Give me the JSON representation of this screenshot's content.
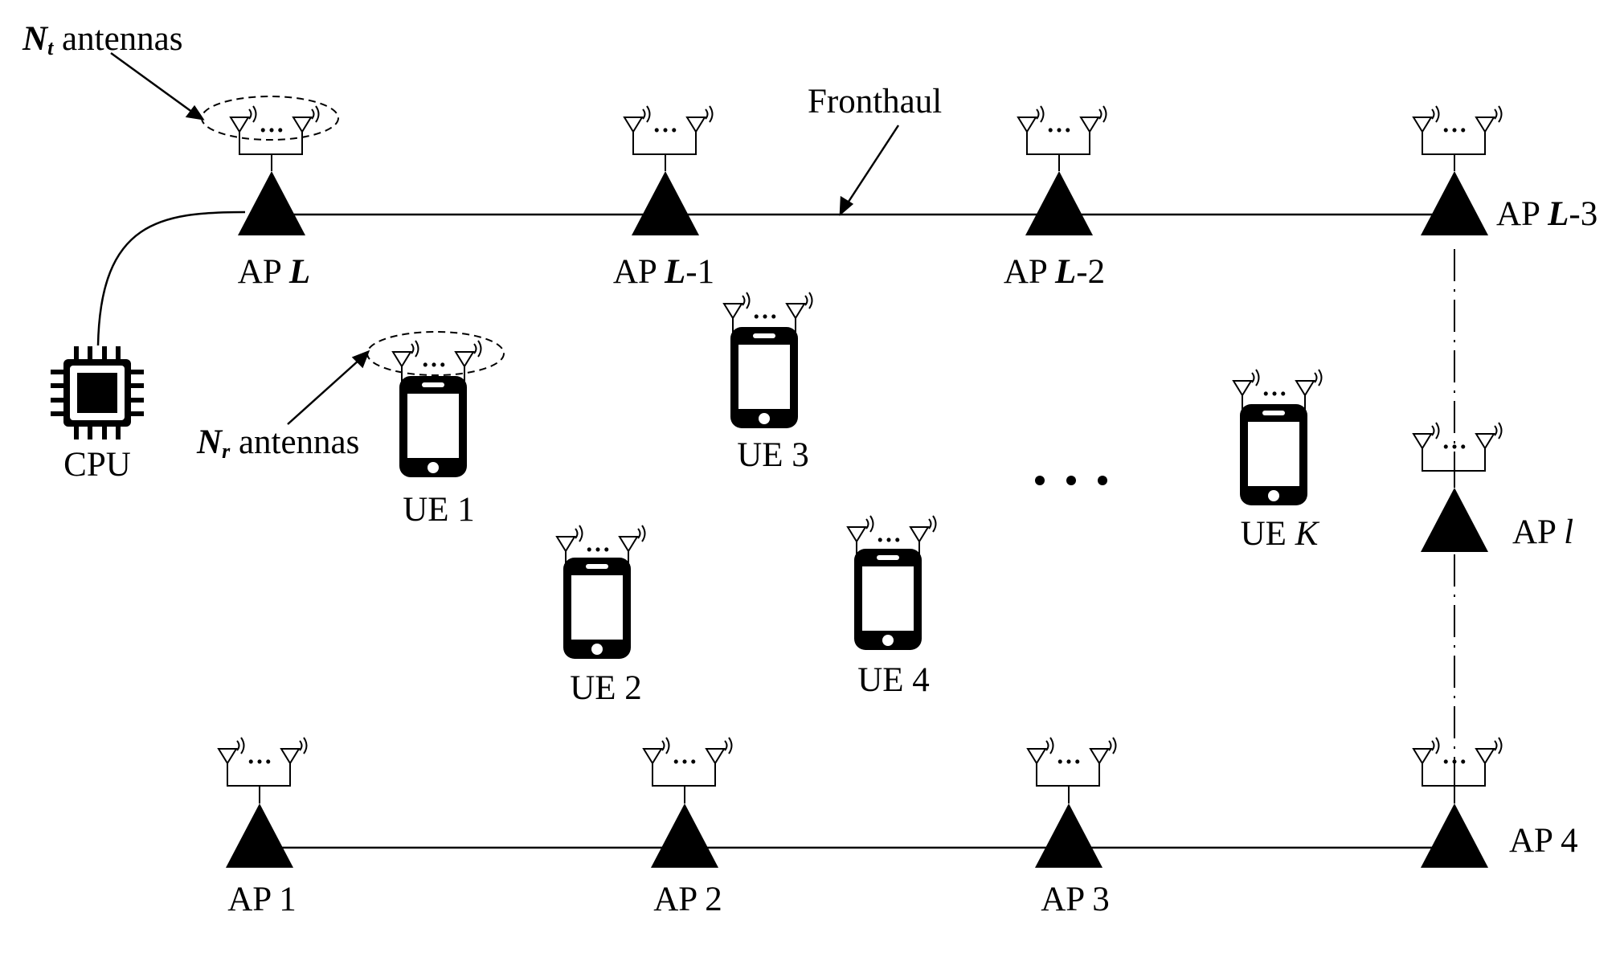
{
  "annotations": {
    "nt": {
      "symbol": "N",
      "sub": "t",
      "text": " antennas"
    },
    "nr": {
      "symbol": "N",
      "sub": "r",
      "text": " antennas"
    },
    "fronthaul": "Fronthaul"
  },
  "cpu_label": "CPU",
  "aps": {
    "apL": {
      "prefix": "AP ",
      "sym": "L",
      "suffix": ""
    },
    "apL1": {
      "prefix": "AP ",
      "sym": "L",
      "suffix": "-1"
    },
    "apL2": {
      "prefix": "AP ",
      "sym": "L",
      "suffix": "-2"
    },
    "apL3": {
      "prefix": "AP ",
      "sym": "L",
      "suffix": "-3"
    },
    "apl": {
      "prefix": "AP ",
      "sym": "l",
      "suffix": ""
    },
    "ap1": "AP 1",
    "ap2": "AP 2",
    "ap3": "AP 3",
    "ap4": "AP 4"
  },
  "ues": {
    "ue1": "UE 1",
    "ue2": "UE 2",
    "ue3": "UE 3",
    "ue4": "UE 4",
    "ueK": {
      "prefix": "UE ",
      "sym": "K"
    }
  },
  "dots": "· · ·",
  "antenna_dots": "..."
}
